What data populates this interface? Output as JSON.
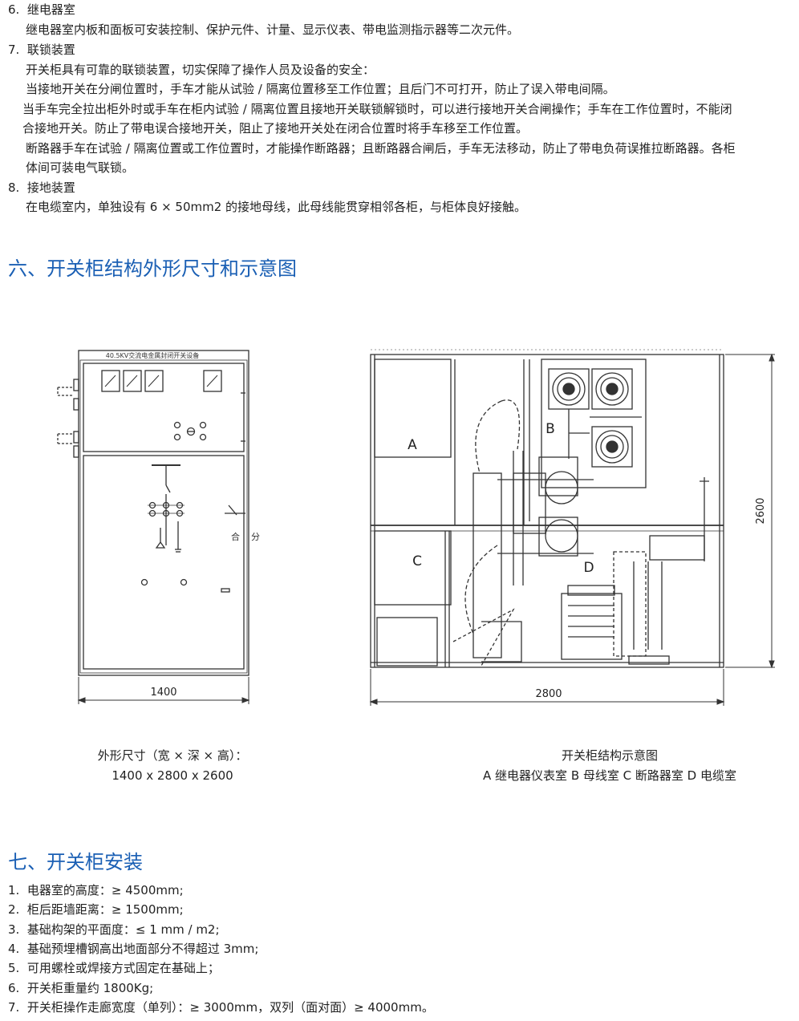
{
  "section_top": {
    "item6": {
      "num": "6.",
      "title": "继电器室",
      "body": "继电器室内板和面板可安装控制、保护元件、计量、显示仪表、带电监测指示器等二次元件。"
    },
    "item7": {
      "num": "7.",
      "title": "联锁装置",
      "lines": [
        "开关柜具有可靠的联锁装置，切实保障了操作人员及设备的安全：",
        "当接地开关在分闸位置时，手车才能从试验 / 隔离位置移至工作位置；且后门不可打开，防止了误入带电间隔。",
        "当手车完全拉出柜外时或手车在柜内试验 / 隔离位置且接地开关联锁解锁时，可以进行接地开关合闸操作；手车在工作位置时，不能闭",
        "合接地开关。防止了带电误合接地开关，阻止了接地开关处在闭合位置时将手车移至工作位置。",
        "断路器手车在试验 / 隔离位置或工作位置时，才能操作断路器；且断路器合闸后，手车无法移动，防止了带电负荷误推拉断路器。各柜",
        "体间可装电气联锁。"
      ]
    },
    "item8": {
      "num": "8.",
      "title": "接地装置",
      "body": "在电缆室内，单独设有 6 × 50mm2 的接地母线，此母线能贯穿相邻各柜，与柜体良好接触。"
    }
  },
  "section6": {
    "heading": "六、开关柜结构外形尺寸和示意图",
    "front_view": {
      "panel_title": "40.5KV交流电金属封闭开关设备",
      "switch_labels": [
        "合",
        "分"
      ],
      "width_dim": "1400",
      "caption_line1": "外形尺寸（宽 × 深 × 高）：",
      "caption_line2": "1400 x 2800 x 2600"
    },
    "side_view": {
      "compartments": [
        "A",
        "B",
        "C",
        "D"
      ],
      "width_dim": "2800",
      "height_dim": "2600",
      "caption_line1": "开关柜结构示意图",
      "caption_line2": "A 继电器仪表室  B 母线室  C 断路器室  D 电缆室"
    }
  },
  "section7": {
    "heading": "七、开关柜安装",
    "items": [
      {
        "num": "1.",
        "text": "电器室的高度：≥ 4500mm;"
      },
      {
        "num": "2.",
        "text": "柜后距墙距离：≥ 1500mm;"
      },
      {
        "num": "3.",
        "text": "基础构架的平面度：≤ 1 mm  /  m2;"
      },
      {
        "num": "4.",
        "text": "基础预埋槽钢高出地面部分不得超过 3mm;"
      },
      {
        "num": "5.",
        "text": "可用螺栓或焊接方式固定在基础上；"
      },
      {
        "num": "6.",
        "text": "开关柜重量约 1800Kg;"
      },
      {
        "num": "7.",
        "text": "开关柜操作走廊宽度（单列）：≥ 3000mm，双列（面对面）≥ 4000mm。"
      }
    ]
  },
  "colors": {
    "heading": "#1a5fb4",
    "text": "#222222",
    "drawing": "#333333"
  }
}
